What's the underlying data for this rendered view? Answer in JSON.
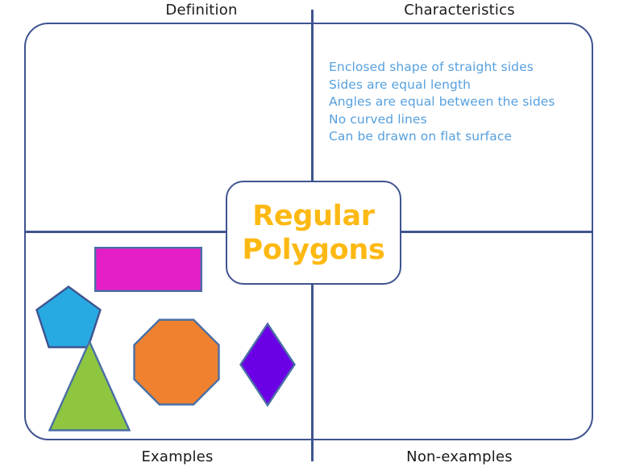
{
  "diagram": {
    "type": "frayer-model",
    "center_title": {
      "line1": "Regular",
      "line2": "Polygons",
      "color": "#fdb913"
    },
    "frame_color": "#3f5490",
    "quadrants": {
      "definition": {
        "label": "Definition",
        "content": ""
      },
      "characteristics": {
        "label": "Characteristics",
        "text_color": "#56a0df",
        "items": [
          "Enclosed shape of straight sides",
          "Sides are equal length",
          "Angles are equal between the sides",
          "No curved lines",
          "Can be drawn on flat surface"
        ]
      },
      "examples": {
        "label": "Examples",
        "shapes": [
          {
            "name": "rectangle",
            "sides": 4,
            "fill": "#e61ec8",
            "stroke": "#4a6fa5"
          },
          {
            "name": "pentagon",
            "sides": 5,
            "fill": "#27aae1",
            "stroke": "#3f5490"
          },
          {
            "name": "triangle",
            "sides": 3,
            "fill": "#8ec63f",
            "stroke": "#4a6fa5"
          },
          {
            "name": "octagon",
            "sides": 8,
            "fill": "#f0822f",
            "stroke": "#4a6fa5"
          },
          {
            "name": "diamond",
            "sides": 4,
            "fill": "#6b00e6",
            "stroke": "#4a6fa5"
          }
        ]
      },
      "nonexamples": {
        "label": "Non-examples",
        "content": ""
      }
    }
  }
}
